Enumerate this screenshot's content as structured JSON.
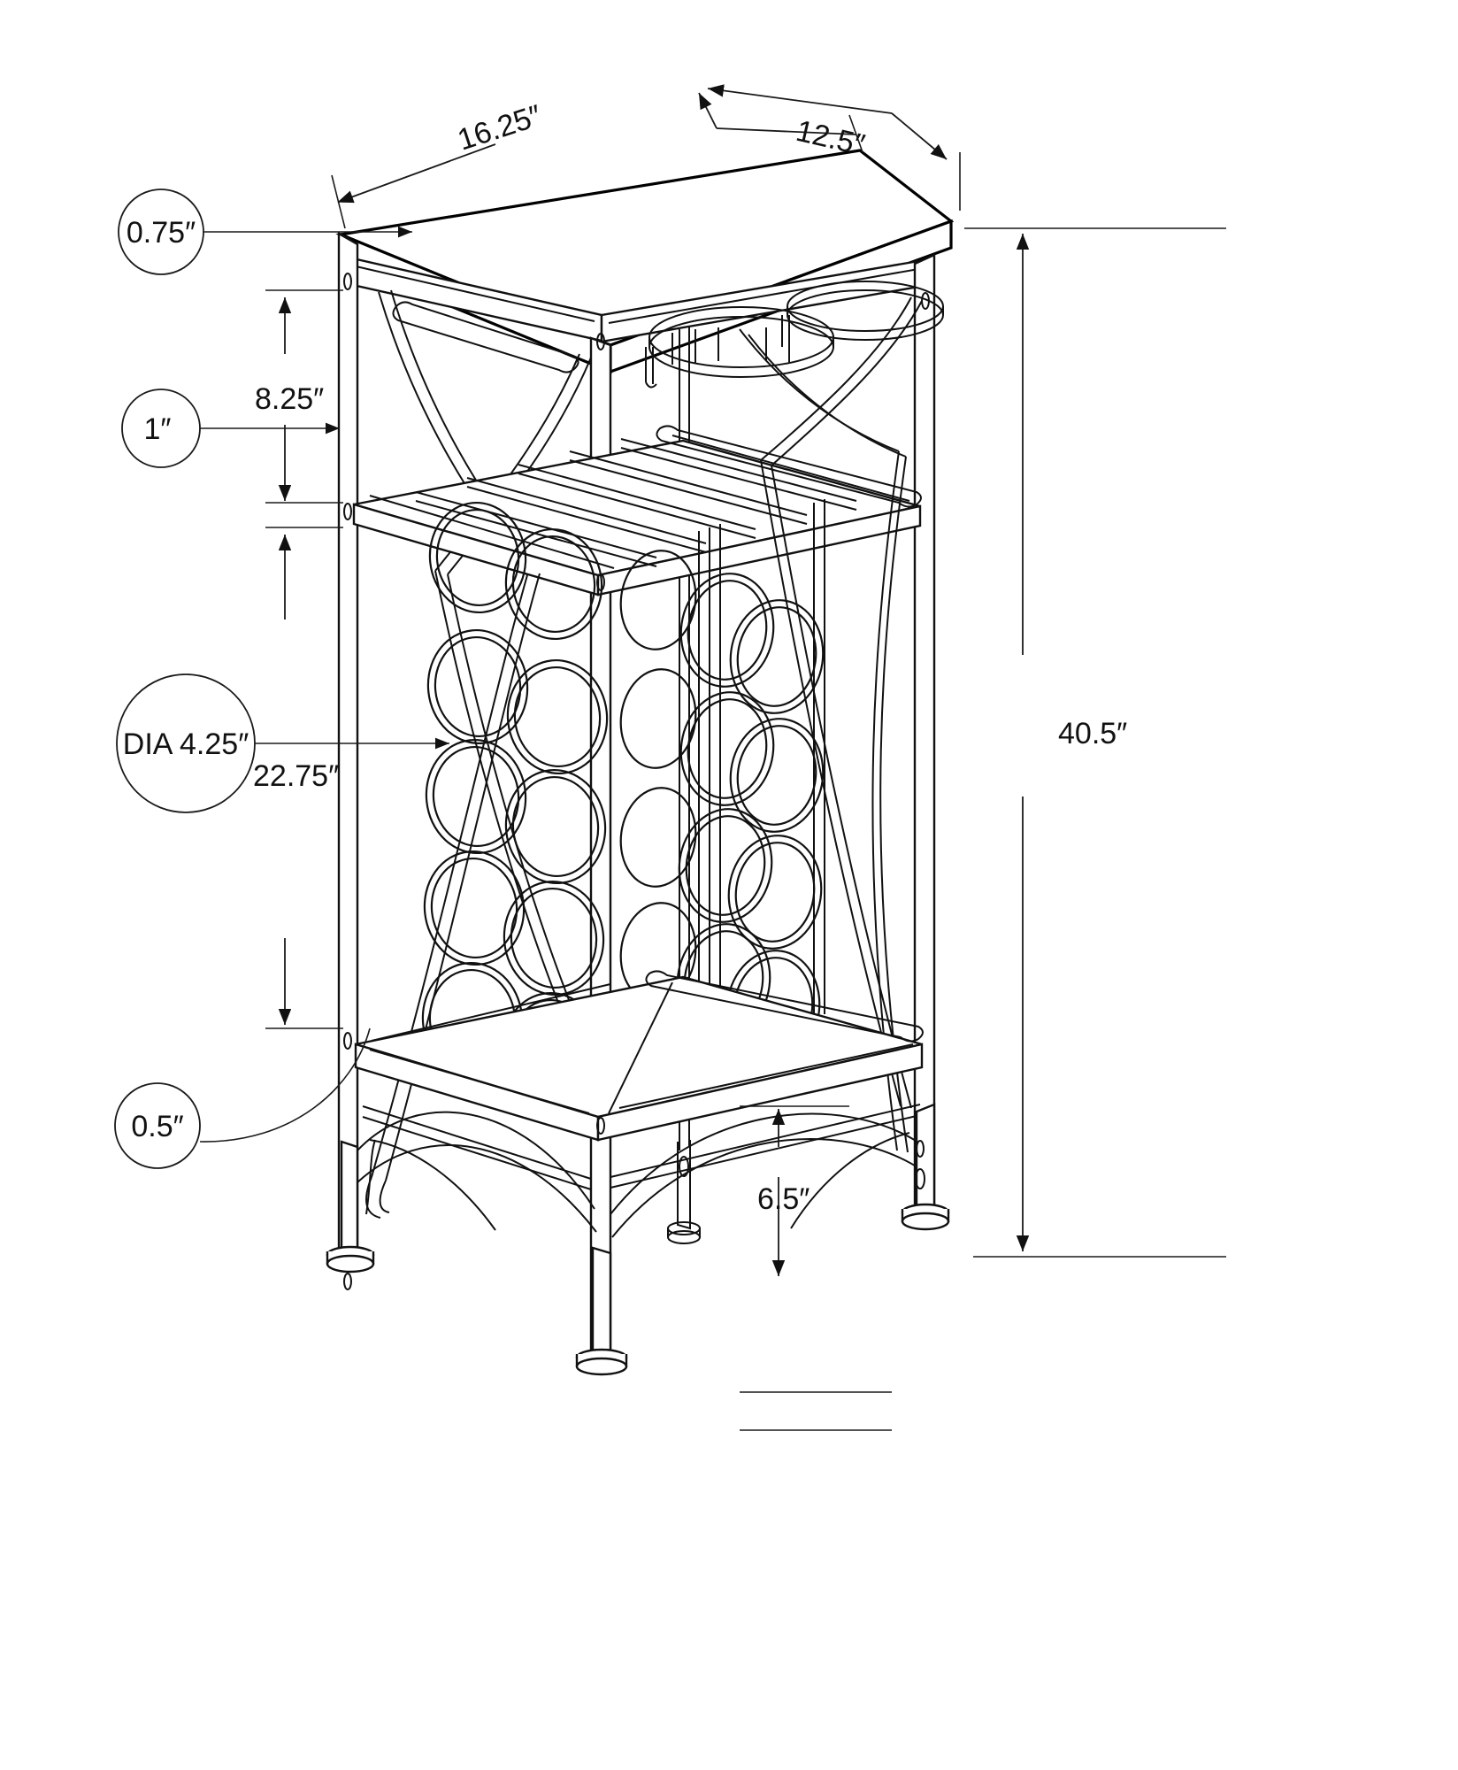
{
  "drawing": {
    "title": "Wine Rack Side Table Dimensioned Drawing",
    "product": "bar-cart-wine-rack-accent-table",
    "units": "inches",
    "view": "isometric-technical-line-drawing",
    "line_color": "#111111",
    "background_color": "#ffffff"
  },
  "dimensions": {
    "top_width": "16.25″",
    "top_depth": "12.5″",
    "top_thickness": "0.75″",
    "frame_tube": "1″",
    "top_to_mid_shelf": "8.25″",
    "bottle_hole_diameter": "DIA 4.25″",
    "mid_to_bottom_shelf": "22.75″",
    "rod_diameter": "0.5″",
    "overall_height": "40.5″",
    "floor_to_bottom_shelf": "6.5″"
  },
  "callouts": [
    {
      "id": "top-thickness",
      "label": "0.75″",
      "type": "balloon"
    },
    {
      "id": "frame-tube",
      "label": "1″",
      "type": "balloon"
    },
    {
      "id": "bottle-diameter",
      "label": "DIA 4.25″",
      "type": "balloon"
    },
    {
      "id": "rod-diameter",
      "label": "0.5″",
      "type": "balloon"
    }
  ],
  "linear_dimensions": [
    {
      "id": "top-width",
      "label": "16.25″",
      "orientation": "oblique-top-left"
    },
    {
      "id": "top-depth",
      "label": "12.5″",
      "orientation": "oblique-top-right"
    },
    {
      "id": "upper-gap",
      "label": "8.25″",
      "orientation": "vertical-left"
    },
    {
      "id": "rack-height",
      "label": "22.75″",
      "orientation": "vertical-left"
    },
    {
      "id": "overall-height",
      "label": "40.5″",
      "orientation": "vertical-right"
    },
    {
      "id": "leg-clearance",
      "label": "6.5″",
      "orientation": "vertical-center-bottom"
    }
  ]
}
